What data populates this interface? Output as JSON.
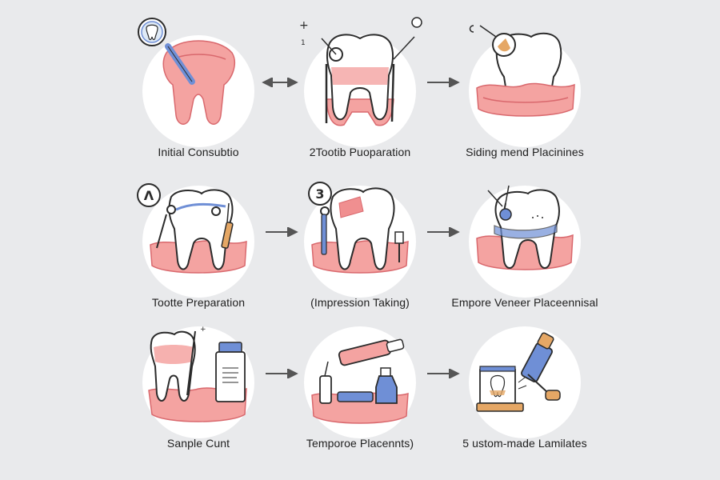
{
  "colors": {
    "background": "#e9eaec",
    "gum": "#f08f90",
    "gum_dark": "#d9686d",
    "tooth_outline": "#2b2b2b",
    "instrument_blue": "#6f8fd6",
    "accent_orange": "#e5a765",
    "arrow": "#555555"
  },
  "steps": [
    {
      "label": "Initial Consubtio",
      "icon": "tooth-probe-icon"
    },
    {
      "label": "2Tootib Puoparation",
      "icon": "tooth-preparation-tools-icon"
    },
    {
      "label": "Siding mend Placinines",
      "icon": "tooth-with-gums-icon"
    },
    {
      "label": "Tootte Preparation",
      "icon": "tooth-drill-icon"
    },
    {
      "label": "(Impression Taking)",
      "icon": "tooth-impression-icon"
    },
    {
      "label": "Empore Veneer Placeennisal",
      "icon": "tooth-veneer-icon"
    },
    {
      "label": "Sanple Cunt",
      "icon": "tooth-sample-bottle-icon"
    },
    {
      "label": "Temporoe Placennts)",
      "icon": "temporary-placement-tools-icon"
    },
    {
      "label": "5 ustom-made Lamilates",
      "icon": "custom-laminate-kit-icon"
    }
  ],
  "badges": {
    "step4": "Λ",
    "step5": "3"
  },
  "arrows": [
    "double-arrow",
    "right-arrow",
    "right-arrow",
    "right-arrow",
    "right-arrow",
    "right-arrow"
  ]
}
